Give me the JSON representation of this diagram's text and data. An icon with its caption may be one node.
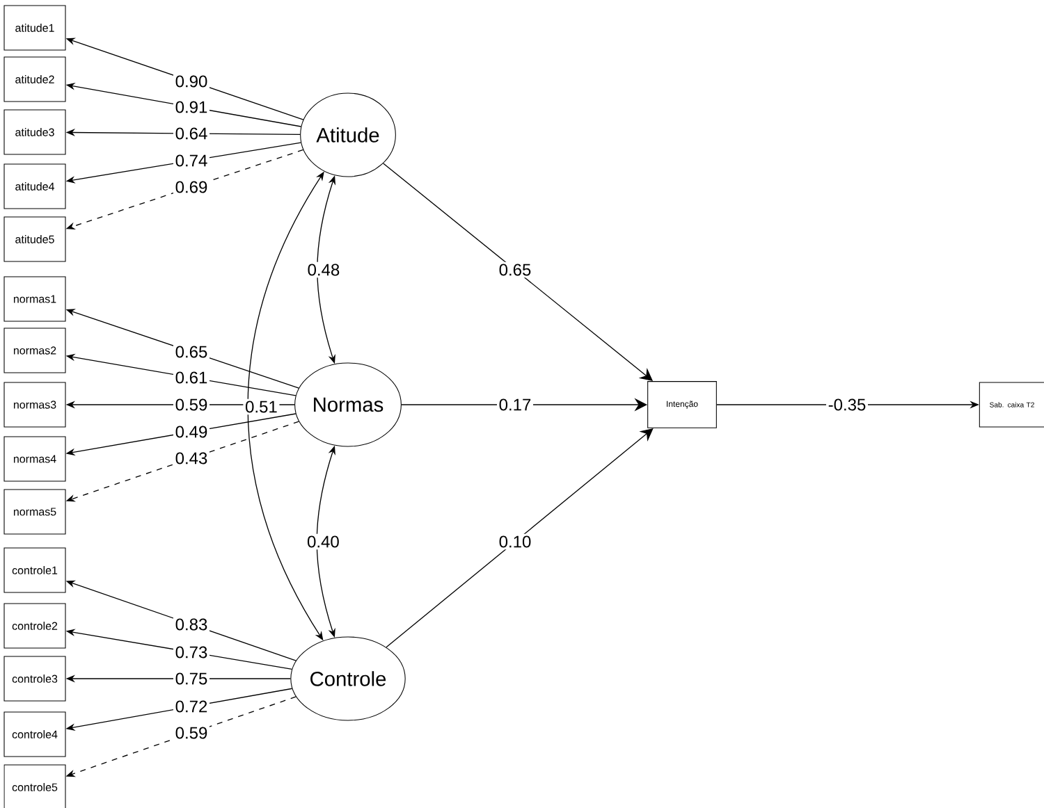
{
  "diagram": {
    "nodes": [
      {
        "text": [
          "atitude1"
        ]
      },
      {
        "text": [
          "atitude2"
        ]
      },
      {
        "text": [
          "atitude3"
        ]
      },
      {
        "text": [
          "atitude4"
        ]
      },
      {
        "text": [
          "atitude5"
        ]
      },
      {
        "text": [
          "Atitude"
        ]
      },
      {
        "text": [
          "normas1"
        ]
      },
      {
        "text": [
          "normas2"
        ]
      },
      {
        "text": [
          "normas3"
        ]
      },
      {
        "text": [
          "normas4"
        ]
      },
      {
        "text": [
          "normas5"
        ]
      },
      {
        "text": [
          "Normas"
        ]
      },
      {
        "text": [
          "controle1"
        ]
      },
      {
        "text": [
          "controle2"
        ]
      },
      {
        "text": [
          "controle3"
        ]
      },
      {
        "text": [
          "controle4"
        ]
      },
      {
        "text": [
          "controle5"
        ]
      },
      {
        "text": [
          "Controle"
        ]
      },
      {
        "text": [
          "Intenção"
        ]
      },
      {
        "text": [
          "Sab. caixa T2"
        ]
      }
    ],
    "edges": [
      {
        "from": 5,
        "to": 0,
        "arrow": "to",
        "label": "0.90"
      },
      {
        "from": 5,
        "to": 1,
        "arrow": "to",
        "label": "0.91"
      },
      {
        "from": 5,
        "to": 2,
        "arrow": "to",
        "label": "0.64"
      },
      {
        "from": 5,
        "to": 3,
        "arrow": "to",
        "label": "0.74"
      },
      {
        "from": 5,
        "to": 4,
        "arrow": "to",
        "label": "0.69",
        "style": "dashed"
      },
      {
        "from": 11,
        "to": 6,
        "arrow": "to",
        "label": "0.65"
      },
      {
        "from": 11,
        "to": 7,
        "arrow": "to",
        "label": "0.61"
      },
      {
        "from": 11,
        "to": 8,
        "arrow": "to",
        "label": "0.59"
      },
      {
        "from": 11,
        "to": 9,
        "arrow": "to",
        "label": "0.49"
      },
      {
        "from": 11,
        "to": 10,
        "arrow": "to",
        "label": "0.43",
        "style": "dashed"
      },
      {
        "from": 17,
        "to": 12,
        "arrow": "to",
        "label": "0.83"
      },
      {
        "from": 17,
        "to": 13,
        "arrow": "to",
        "label": "0.73"
      },
      {
        "from": 17,
        "to": 14,
        "arrow": "to",
        "label": "0.75"
      },
      {
        "from": 17,
        "to": 15,
        "arrow": "to",
        "label": "0.72"
      },
      {
        "from": 17,
        "to": 16,
        "arrow": "to",
        "label": "0.59",
        "style": "dashed"
      },
      {
        "from": 5,
        "to": 11,
        "arrow": "both",
        "label": "0.48"
      },
      {
        "from": 5,
        "to": 17,
        "arrow": "both",
        "label": "0.51"
      },
      {
        "from": 11,
        "to": 17,
        "arrow": "both",
        "label": "0.40"
      },
      {
        "from": 5,
        "to": 18,
        "arrow": "to",
        "label": "0.65"
      },
      {
        "from": 11,
        "to": 18,
        "arrow": "to",
        "label": "0.17"
      },
      {
        "from": 17,
        "to": 18,
        "arrow": "to",
        "label": "0.10"
      },
      {
        "from": 18,
        "to": 19,
        "arrow": "to",
        "label": "-0.35"
      }
    ]
  }
}
